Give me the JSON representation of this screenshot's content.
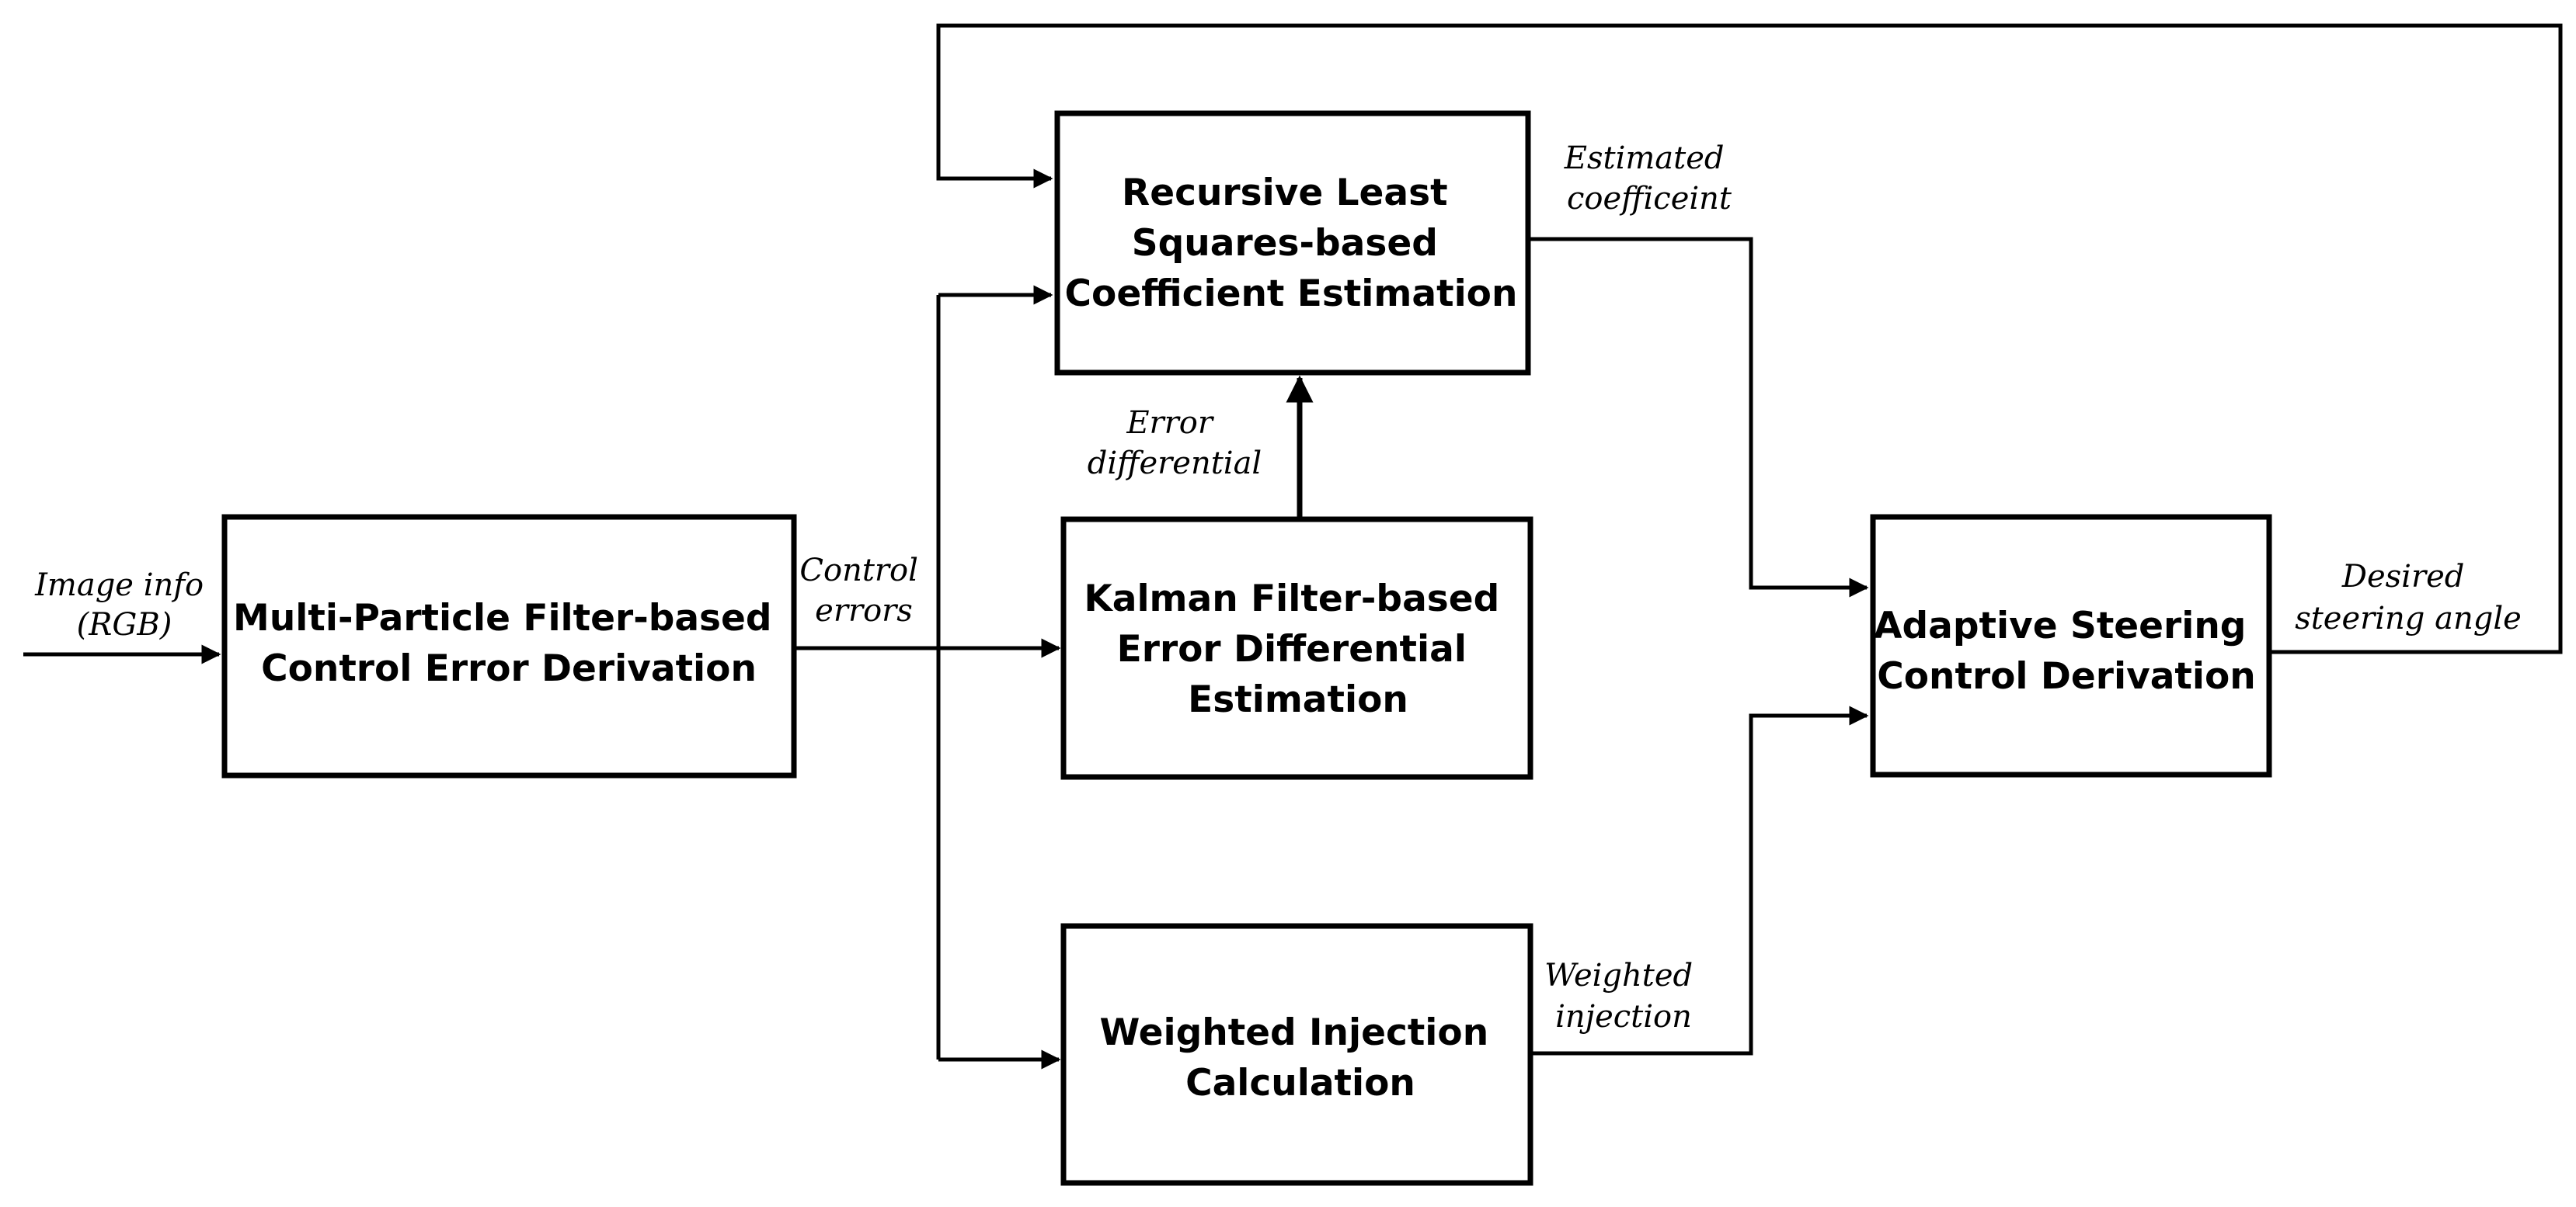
{
  "blocks": {
    "mpf": {
      "lines": [
        "Multi-Particle Filter-based",
        "Control Error Derivation"
      ]
    },
    "rls": {
      "lines": [
        "Recursive Least",
        "Squares-based",
        "Coefficient Estimation"
      ]
    },
    "kalman": {
      "lines": [
        "Kalman Filter-based",
        "Error Differential",
        "Estimation"
      ]
    },
    "weighted": {
      "lines": [
        "Weighted Injection",
        "Calculation"
      ]
    },
    "steering": {
      "lines": [
        "Adaptive Steering",
        "Control Derivation"
      ]
    }
  },
  "signals": {
    "image_info": [
      "Image info",
      "(RGB)"
    ],
    "control_errors": [
      "Control",
      "errors"
    ],
    "error_differential": [
      "Error",
      "differential"
    ],
    "estimated_coefficient": [
      "Estimated",
      "coefficeint"
    ],
    "weighted_injection": [
      "Weighted",
      "injection"
    ],
    "desired_steering": [
      "Desired",
      "steering angle"
    ]
  }
}
